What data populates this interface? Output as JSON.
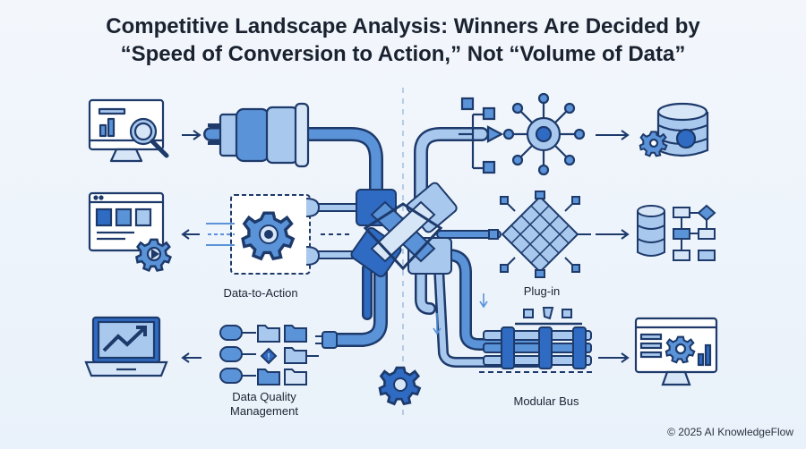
{
  "title": {
    "line1": "Competitive Landscape Analysis: Winners Are Decided by",
    "line2": "“Speed of Conversion to Action,” Not “Volume of Data”"
  },
  "labels": {
    "data_to_action": "Data-to-Action",
    "data_quality_line1": "Data Quality",
    "data_quality_line2": "Management",
    "plug_in": "Plug-in",
    "modular_bus": "Modular Bus"
  },
  "footer": {
    "copyright": "© 2025 AI KnowledgeFlow"
  },
  "colors": {
    "stroke": "#1d3a6b",
    "blue_dark": "#2f6bc2",
    "blue_mid": "#5b93d8",
    "blue_light": "#a9c8ee",
    "blue_pale": "#d7e6f7",
    "background": "#eef4fb"
  },
  "icons": [
    "analytics-magnifier-icon",
    "data-plug-icon",
    "network-hub-icon",
    "database-gear-icon",
    "dashboard-window-gear-icon",
    "gear-processor-icon",
    "neural-grid-chip-icon",
    "database-flowchart-icon",
    "laptop-trend-chart-icon",
    "database-folders-icon",
    "modular-bus-pipes-icon",
    "monitor-gear-chart-icon",
    "center-knot-connector-icon",
    "standalone-gear-icon"
  ]
}
